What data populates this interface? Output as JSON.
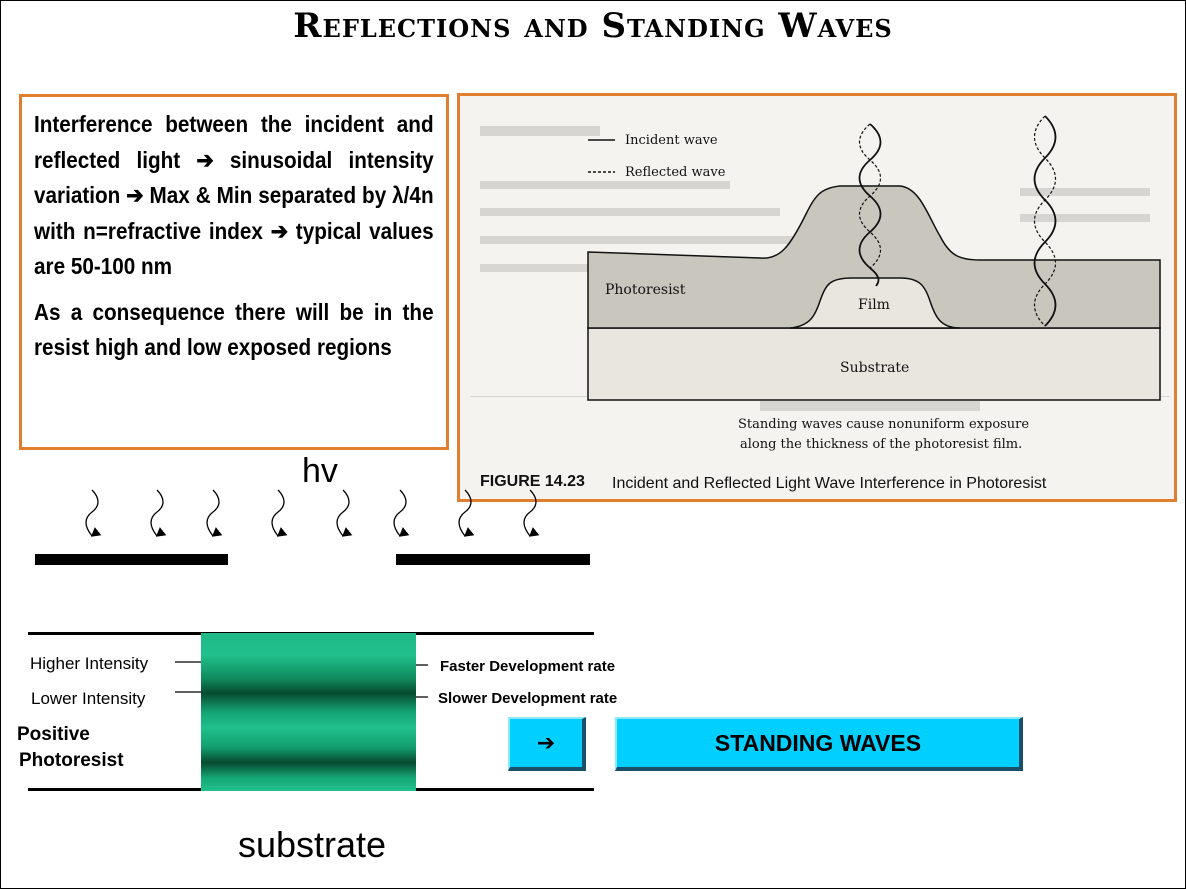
{
  "title": "Reflections and Standing Waves",
  "explanation": {
    "paragraph1": "Interference between the incident and reflected light ➔ sinusoidal intensity variation ➔ Max & Min separated by λ/4n with n=refractive index ➔ typical values are 50-100 nm",
    "paragraph2": "As a consequence there will be in the resist high and low exposed regions"
  },
  "figure": {
    "legend_incident": "Incident wave",
    "legend_reflected": "Reflected wave",
    "layer_photoresist": "Photoresist",
    "layer_film": "Film",
    "layer_substrate": "Substrate",
    "note_line1": "Standing waves cause nonuniform exposure",
    "note_line2": "along the thickness of the photoresist film.",
    "caption_number": "FIGURE 14.23",
    "caption_text": "Incident and Reflected Light Wave Interference in Photoresist"
  },
  "exposure": {
    "hv_label": "hv",
    "higher_intensity": "Higher Intensity",
    "lower_intensity": "Lower Intensity",
    "faster_rate": "Faster Development rate",
    "slower_rate": "Slower Development rate",
    "positive_photoresist_line1": "Positive",
    "positive_photoresist_line2": "Photoresist",
    "substrate_label": "substrate"
  },
  "buttons": {
    "arrow_glyph": "➔",
    "standing_waves": "STANDING WAVES"
  },
  "colors": {
    "box_border": "#e07f30",
    "button_fill": "#00cfff",
    "resist_green": "#20c08c",
    "resist_dark": "#064b30"
  }
}
